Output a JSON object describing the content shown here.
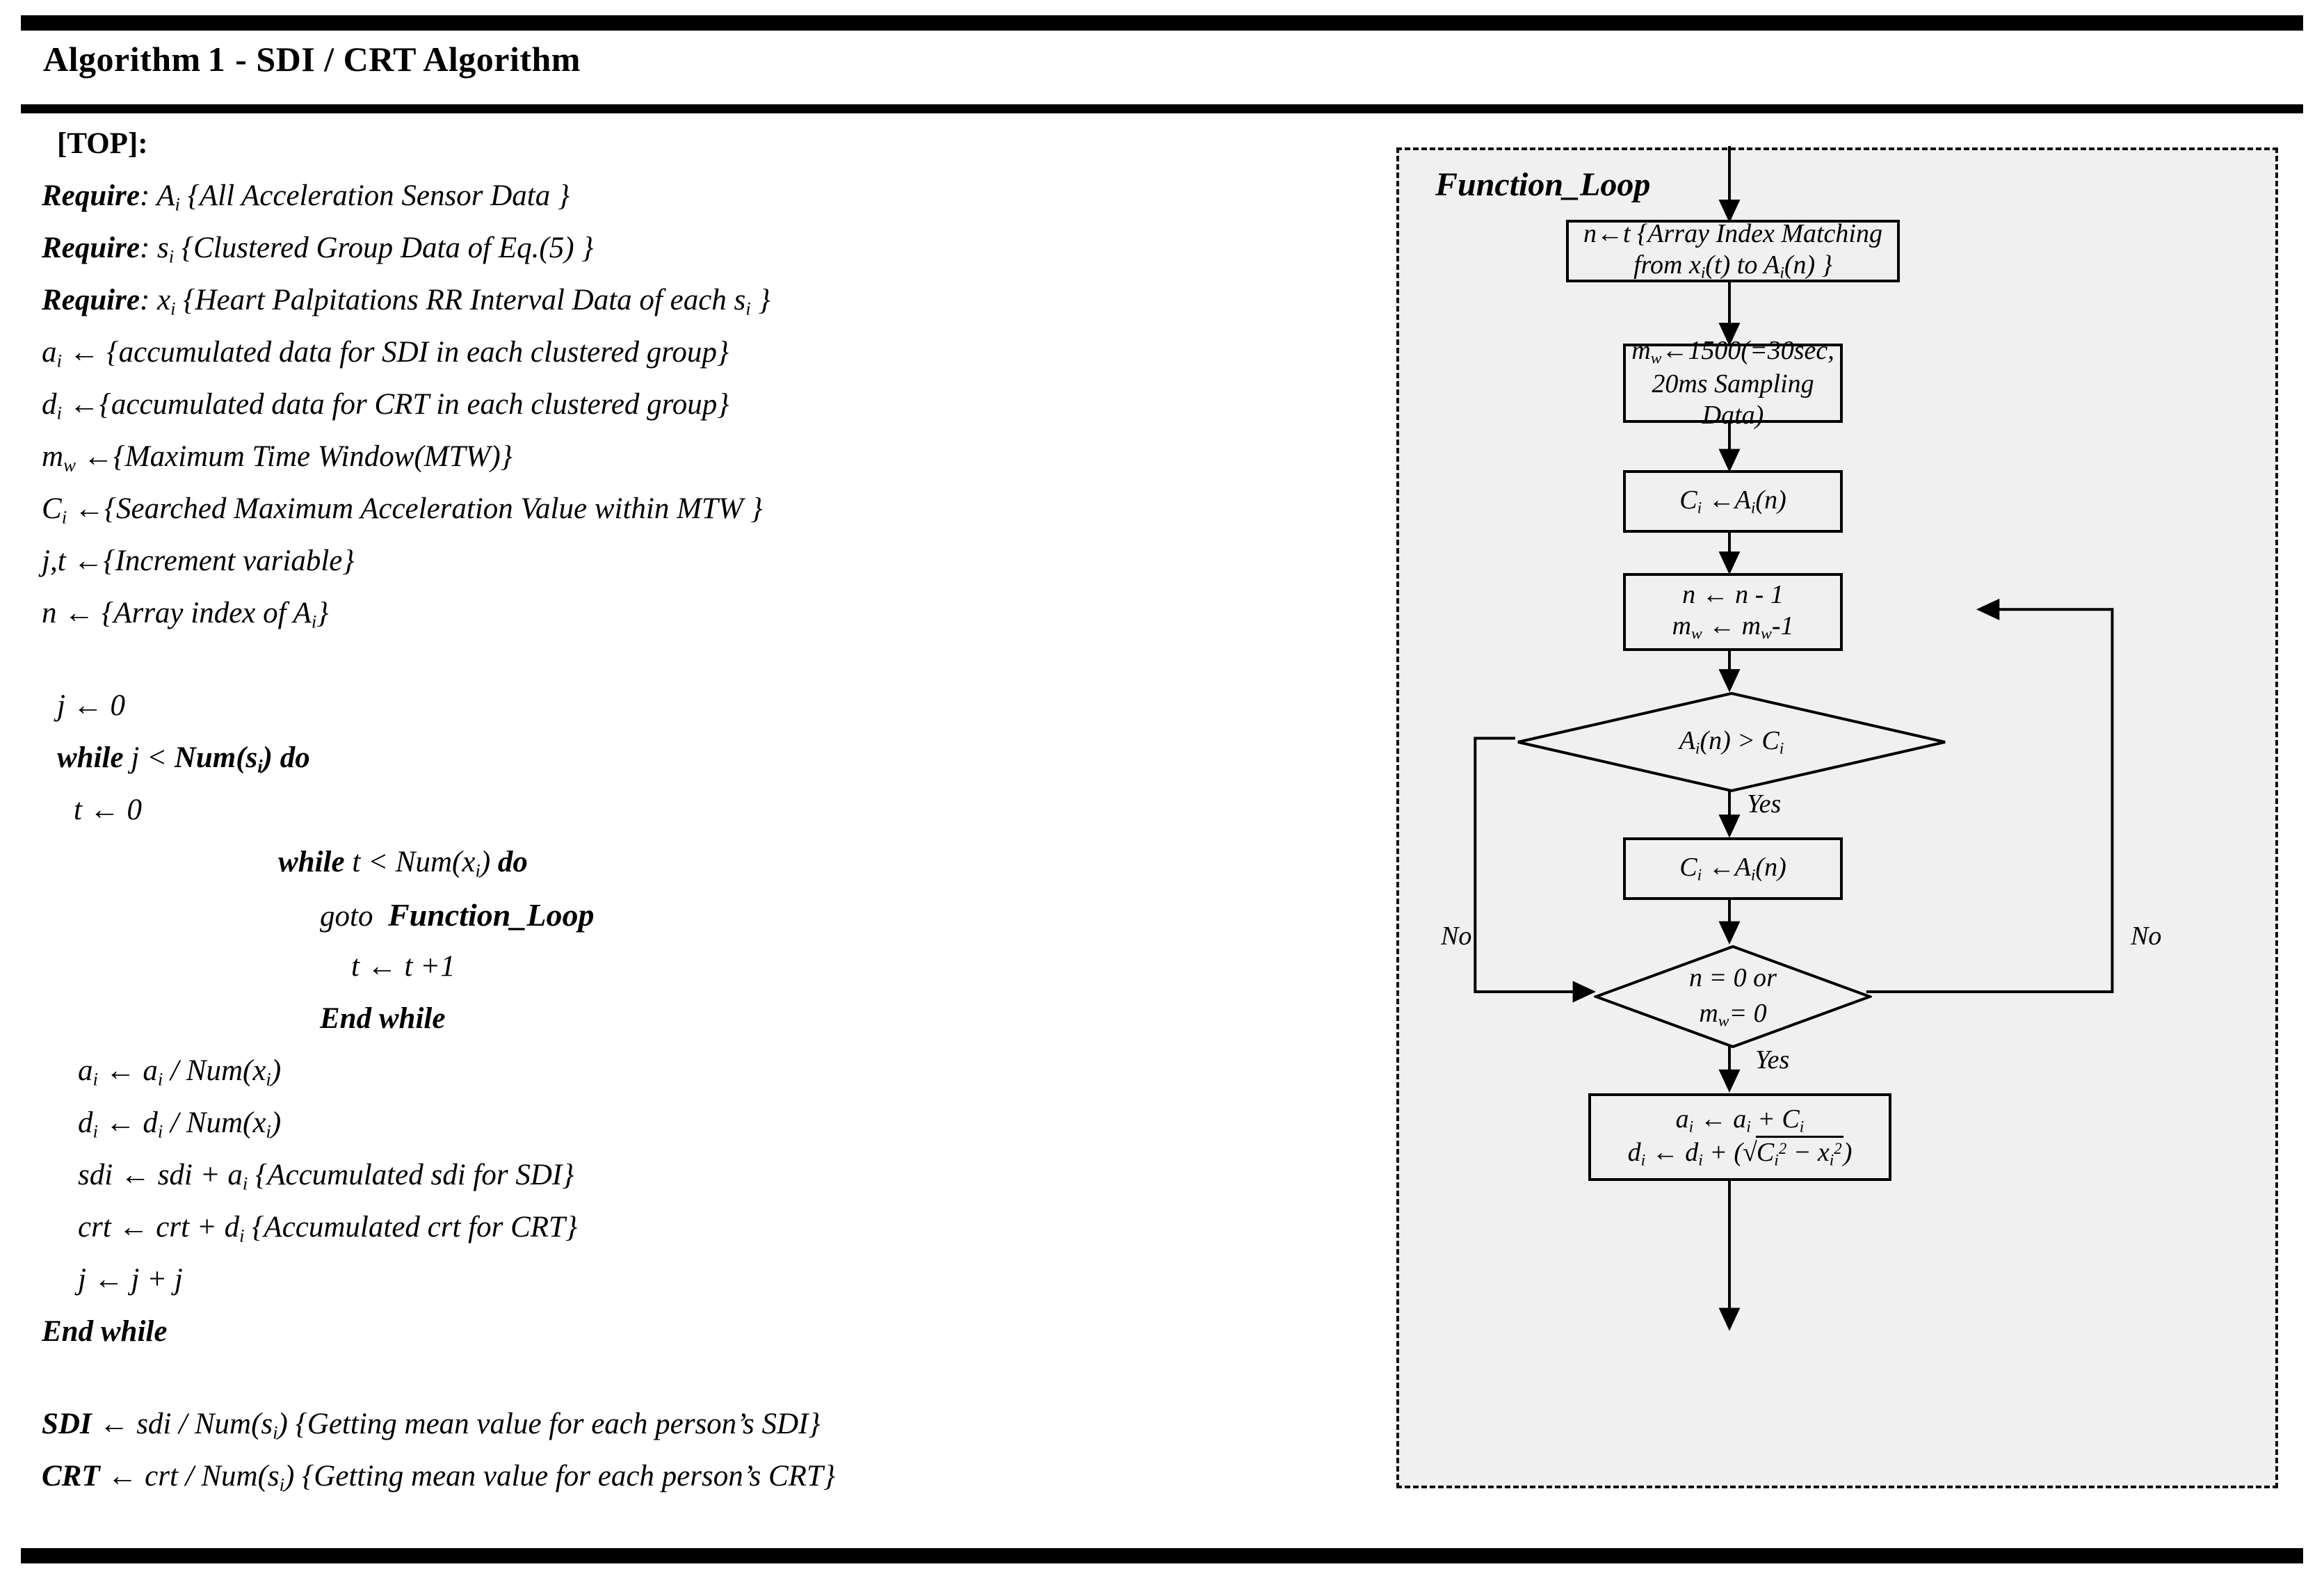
{
  "figure": {
    "title_label": "Algorithm",
    "title_number": "1",
    "title_rest": "- SDI / CRT Algorithm"
  },
  "pseudocode": {
    "lines": [
      {
        "id": "top",
        "indent": "i05",
        "text": "[TOP]:"
      },
      {
        "id": "require-a",
        "indent": "i0",
        "text": "Require: Aᵢ {All Acceleration Sensor Data }"
      },
      {
        "id": "require-s",
        "indent": "i0",
        "text": "Require: sᵢ {Clustered Group Data of Eq.(5) }"
      },
      {
        "id": "require-x",
        "indent": "i0",
        "text": "Require: xᵢ {Heart Palpitations RR Interval Data of  each sᵢ }"
      },
      {
        "id": "decl-a",
        "indent": "i0",
        "text": "aᵢ ← {accumulated data for SDI in each clustered  group}"
      },
      {
        "id": "decl-d",
        "indent": "i0",
        "text": "dᵢ ←{accumulated data for CRT in each clustered group}"
      },
      {
        "id": "decl-mw",
        "indent": "i0",
        "text": "m_w ←{Maximum Time Window(MTW)}"
      },
      {
        "id": "decl-c",
        "indent": "i0",
        "text": "Cᵢ ←{Searched Maximum Acceleration  Value within MTW }"
      },
      {
        "id": "decl-jt",
        "indent": "i0",
        "text": "j,t ←{Increment variable}"
      },
      {
        "id": "decl-n",
        "indent": "i0",
        "text": "n ← {Array index of Aᵢ}"
      },
      {
        "id": "blank-1",
        "indent": "i0",
        "text": ""
      },
      {
        "id": "j-init",
        "indent": "i05",
        "text": "j ← 0"
      },
      {
        "id": "while-j",
        "indent": "i05",
        "text": "while j < Num(sᵢ) do"
      },
      {
        "id": "t-init",
        "indent": "i1",
        "text": "t ← 0"
      },
      {
        "id": "while-t",
        "indent": "i2",
        "text": "while t < Num(xᵢ) do"
      },
      {
        "id": "goto",
        "indent": "i3",
        "text": "goto  Function_Loop"
      },
      {
        "id": "t-incr",
        "indent": "i4",
        "text": "t ← t +1"
      },
      {
        "id": "end-while-inner",
        "indent": "i3",
        "text": "End while"
      },
      {
        "id": "a-mean",
        "indent": "i5",
        "text": "aᵢ ← aᵢ / Num(xᵢ)"
      },
      {
        "id": "d-mean",
        "indent": "i5",
        "text": "dᵢ ← dᵢ / Num(xᵢ)"
      },
      {
        "id": "sdi-acc",
        "indent": "i5",
        "text": "sdi ← sdi + aᵢ {Accumulated sdi for  SDI}"
      },
      {
        "id": "crt-acc",
        "indent": "i5",
        "text": "crt ← crt + dᵢ {Accumulated crt for  CRT}"
      },
      {
        "id": "j-incr",
        "indent": "i5",
        "text": "j ← j + j"
      },
      {
        "id": "end-while-outer",
        "indent": "i0",
        "text": "End while"
      },
      {
        "id": "blank-2",
        "indent": "i0",
        "text": ""
      },
      {
        "id": "sdi-final",
        "indent": "i0",
        "text": "SDI ← sdi / Num(sᵢ) {Getting mean value for  each person’s SDI}"
      },
      {
        "id": "crt-final",
        "indent": "i0",
        "text": "CRT ← crt / Num(sᵢ) {Getting mean value for  each person’s CRT}"
      }
    ]
  },
  "flowchart": {
    "title": "Function_Loop",
    "nodes": {
      "array_index_match": {
        "line1": "n←t {Array Index Matching",
        "line2": "from xᵢ(t) to Aᵢ(n) }"
      },
      "mw_init": {
        "line1": "m_w ←1500(=30sec,",
        "line2": "20ms Sampling Data)"
      },
      "ci_assign_1": {
        "line1": "Cᵢ ←Aᵢ(n)"
      },
      "decrement": {
        "line1": "n ← n - 1",
        "line2": "m_w ← m_w-1"
      },
      "compare": {
        "line1": "Aᵢ(n) > Cᵢ"
      },
      "ci_assign_2": {
        "line1": "Cᵢ ←Aᵢ(n)"
      },
      "terminate_check": {
        "line1": "n = 0 or",
        "line2": "m_w = 0"
      },
      "accumulate": {
        "line1": "aᵢ ← aᵢ + Cᵢ",
        "line2_prefix": "dᵢ ← dᵢ + (",
        "line2_radicand": "Cᵢ² − xᵢ²",
        "line2_suffix": ")"
      }
    },
    "edge_labels": {
      "compare_yes": "Yes",
      "compare_no": "No",
      "terminate_yes": "Yes",
      "terminate_no": "No"
    }
  },
  "colors": {
    "panel_background": "#f0f0f0",
    "line": "#000000",
    "page_background": "#ffffff"
  }
}
